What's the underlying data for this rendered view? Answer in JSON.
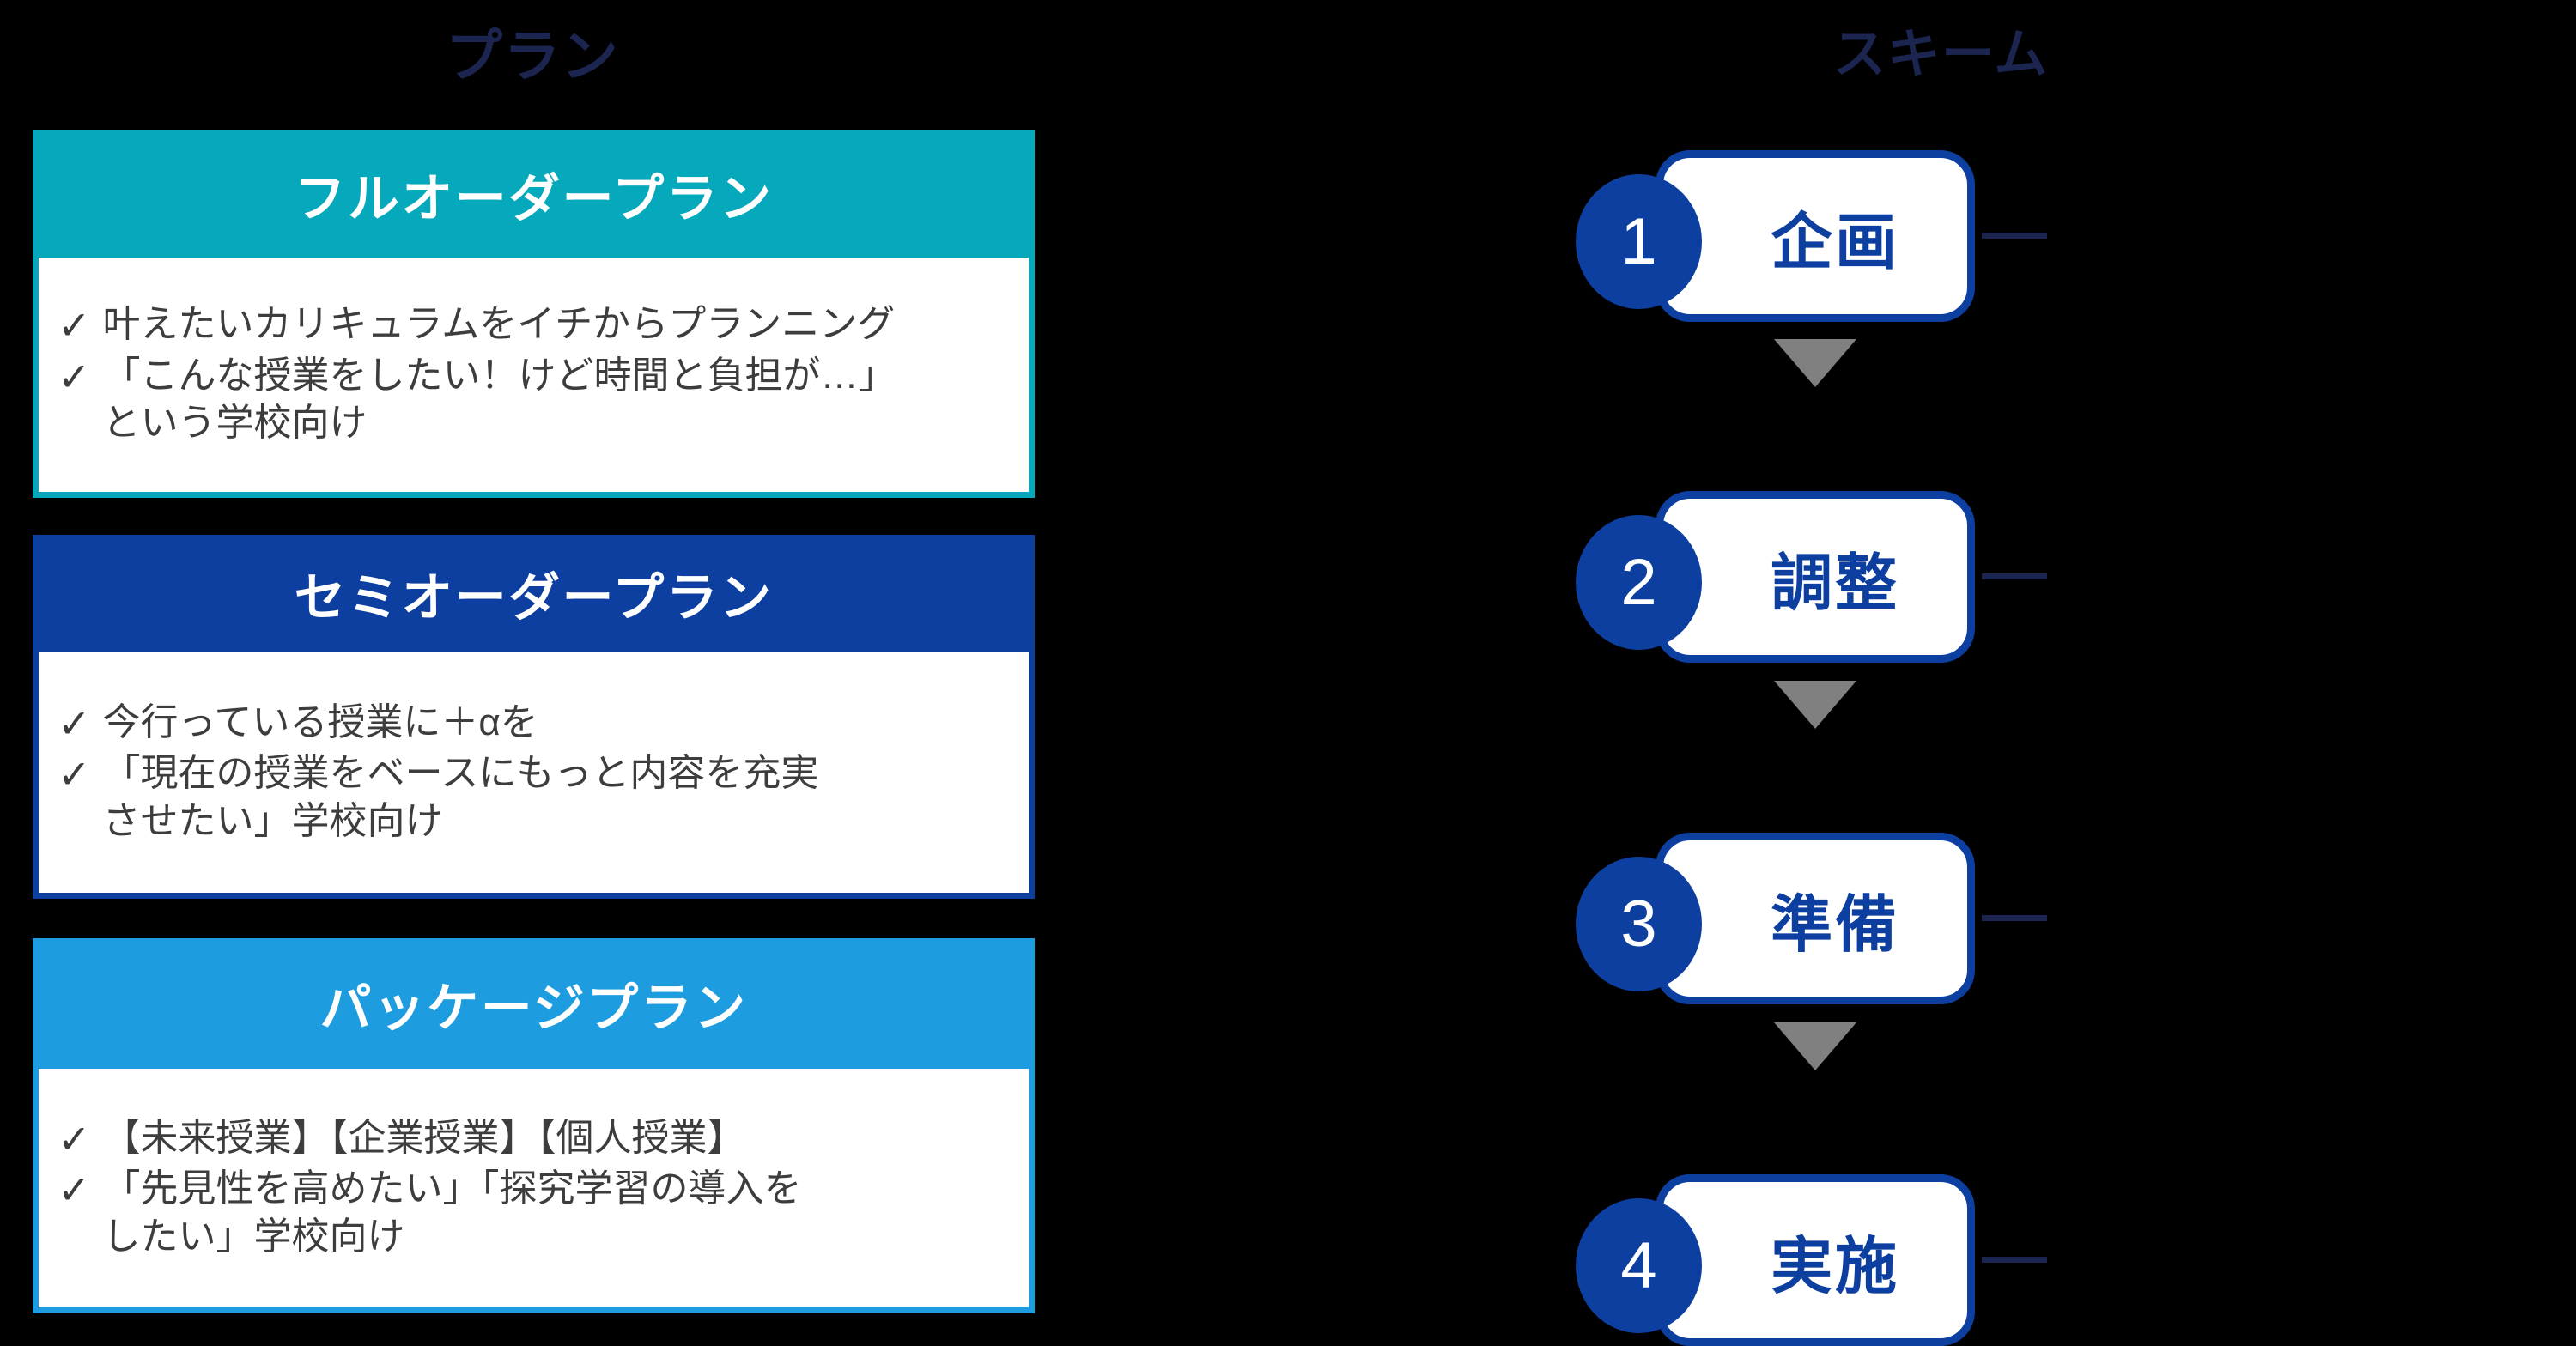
{
  "background_color": "#000000",
  "columns": {
    "plan": {
      "heading": "プラン",
      "heading_color": "#1b2550",
      "cards": [
        {
          "title": "フルオーダープラン",
          "accent_color": "#06a9bc",
          "bullets": [
            {
              "icon": "check-icon",
              "text": "叶えたいカリキュラムをイチからプランニング"
            },
            {
              "icon": "check-icon",
              "text": "「こんな授業をしたい！けど時間と負担が…」\nという学校向け"
            }
          ]
        },
        {
          "title": "セミオーダープラン",
          "accent_color": "#0c3fa0",
          "bullets": [
            {
              "icon": "check-icon",
              "text": "今行っている授業に＋αを"
            },
            {
              "icon": "check-icon",
              "text": "「現在の授業をベースにもっと内容を充実\nさせたい」学校向け"
            }
          ]
        },
        {
          "title": "パッケージプラン",
          "accent_color": "#1d9ce0",
          "bullets": [
            {
              "icon": "check-icon",
              "text": "【未来授業】【企業授業】【個人授業】"
            },
            {
              "icon": "check-icon",
              "text": "「先見性を高めたい」「探究学習の導入を\nしたい」学校向け"
            }
          ]
        }
      ],
      "check_glyph": "✓",
      "body_text_color": "#3d3d3d"
    },
    "scheme": {
      "heading": "スキーム",
      "heading_color": "#1b2550",
      "accent_color": "#0c3fa0",
      "arrow_color": "#808080",
      "connector_color": "#1b2550",
      "steps": [
        {
          "number": "1",
          "label": "企画"
        },
        {
          "number": "2",
          "label": "調整"
        },
        {
          "number": "3",
          "label": "準備"
        },
        {
          "number": "4",
          "label": "実施"
        }
      ]
    }
  }
}
